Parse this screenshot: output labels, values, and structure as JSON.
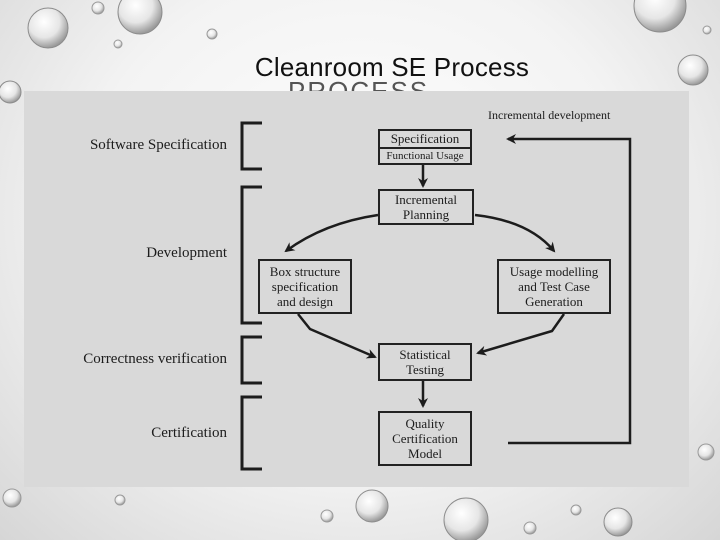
{
  "slide": {
    "title": "Cleanroom SE Process",
    "ghost_title": "PROCESS"
  },
  "diagram": {
    "feedback_label": "Incremental development",
    "phases": [
      {
        "id": "spec",
        "label": "Software Specification"
      },
      {
        "id": "dev",
        "label": "Development"
      },
      {
        "id": "verify",
        "label": "Correctness verification"
      },
      {
        "id": "cert",
        "label": "Certification"
      }
    ],
    "boxes": {
      "specification": "Specification",
      "functional_usage": "Functional Usage",
      "incremental_planning": "Incremental Planning",
      "box_structure": "Box structure specification and design",
      "usage_modelling": "Usage modelling and Test Case Generation",
      "statistical_testing": "Statistical Testing",
      "quality_certification": "Quality Certification Model"
    }
  }
}
